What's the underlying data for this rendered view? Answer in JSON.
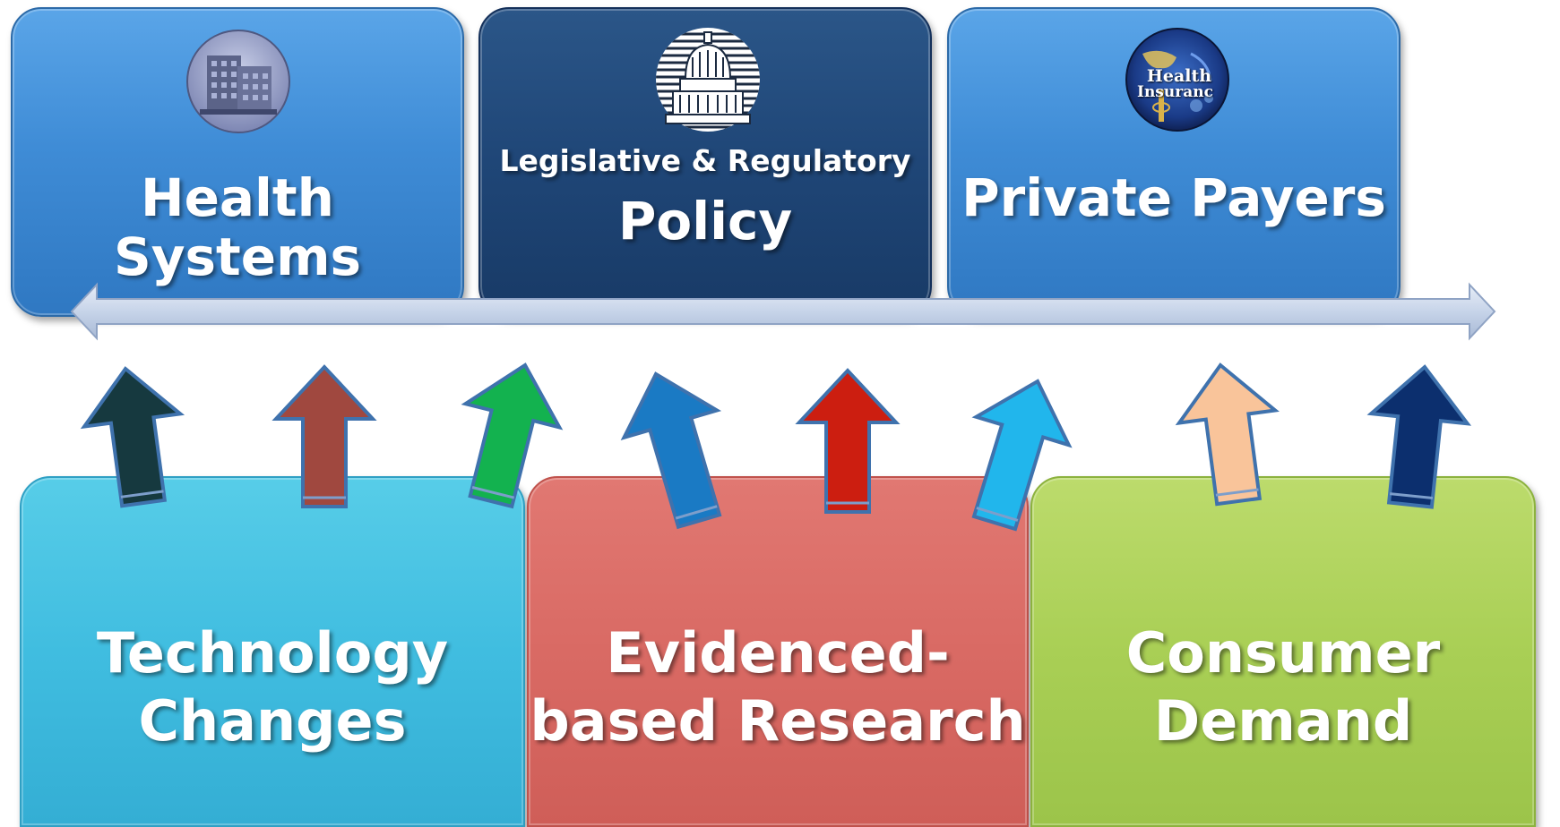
{
  "top_boxes": {
    "health_systems": {
      "title": "Health Systems",
      "icon": "hospital-building-icon"
    },
    "policy": {
      "subtitle": "Legislative & Regulatory",
      "title": "Policy",
      "icon": "capitol-dome-icon"
    },
    "private_payers": {
      "title": "Private Payers",
      "icon": "health-insurance-icon",
      "icon_text_1": "Health",
      "icon_text_2": "Insuranc"
    }
  },
  "bottom_boxes": {
    "technology": {
      "line1": "Technology",
      "line2": "Changes"
    },
    "research": {
      "line1": "Evidenced-",
      "line2": "based Research"
    },
    "consumer": {
      "line1": "Consumer",
      "line2": "Demand"
    }
  },
  "colors": {
    "top_blue": "#3f8cd6",
    "top_dark": "#1f4677",
    "technology": "#40bde0",
    "research": "#d96a64",
    "consumer": "#a9cf55",
    "double_arrow": "#c9d6ea",
    "arrows": [
      "#16393f",
      "#a0483f",
      "#13b24f",
      "#1a7ac4",
      "#cc1e10",
      "#21b6ec",
      "#f9c49a",
      "#0c2f6e"
    ]
  }
}
